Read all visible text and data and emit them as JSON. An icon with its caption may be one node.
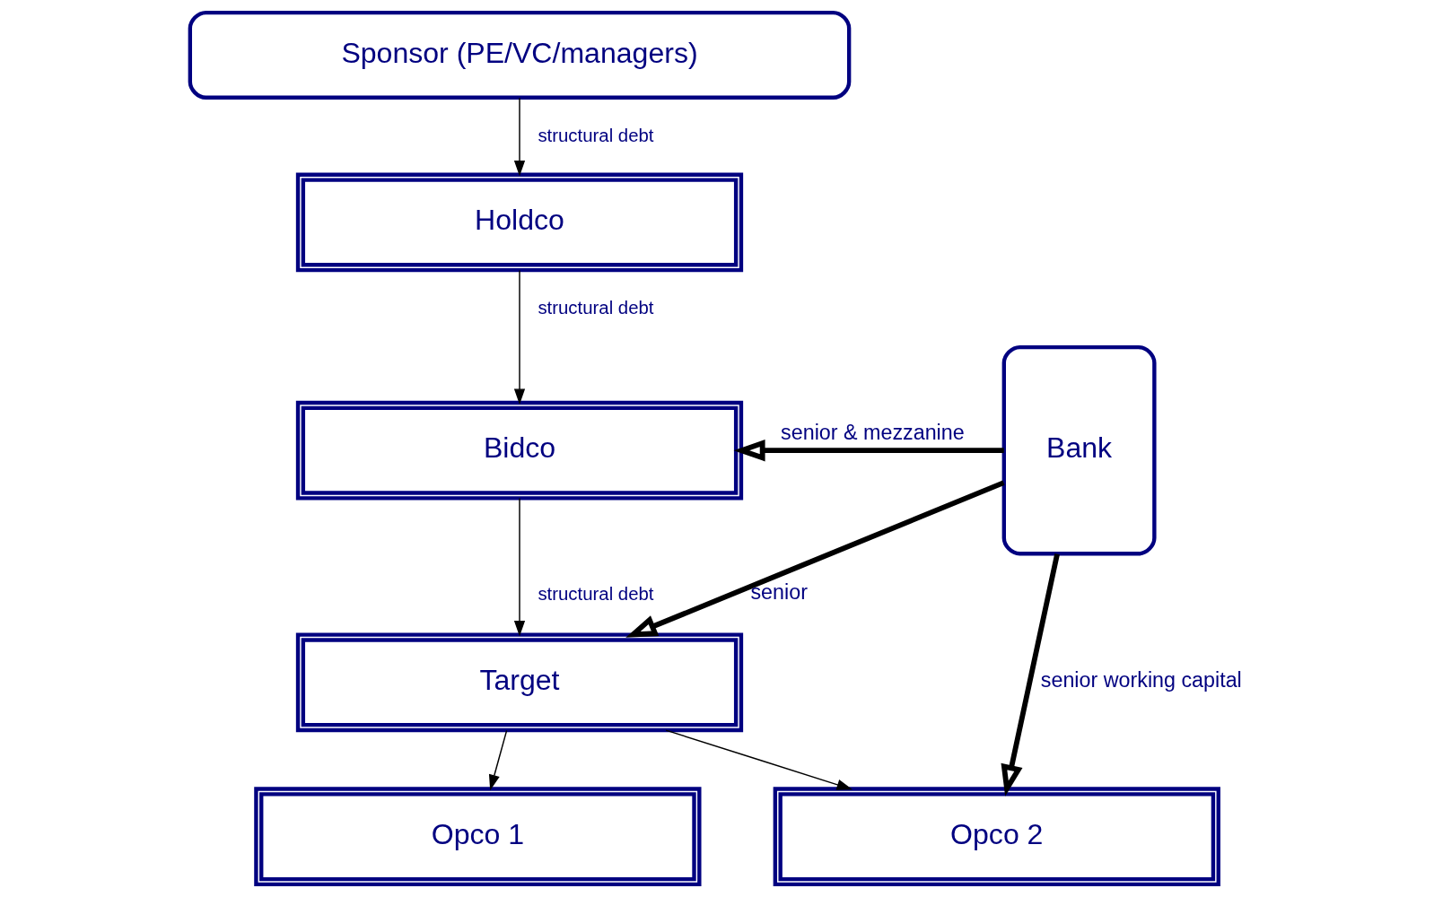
{
  "diagram": {
    "nodes": [
      {
        "text": [
          "Sponsor (PE/VC/managers)"
        ]
      },
      {
        "text": [
          "Holdco"
        ]
      },
      {
        "text": [
          "Bidco"
        ]
      },
      {
        "text": [
          "Target"
        ]
      },
      {
        "text": [
          "Opco 1"
        ]
      },
      {
        "text": [
          "Opco 2"
        ]
      },
      {
        "text": [
          "Bank"
        ]
      }
    ],
    "edges": [
      {
        "from": 0,
        "to": 1,
        "arrow": "to",
        "label": "structural debt"
      },
      {
        "from": 1,
        "to": 2,
        "arrow": "to",
        "label": "structural debt"
      },
      {
        "from": 2,
        "to": 3,
        "arrow": "to",
        "label": "structural debt"
      },
      {
        "from": 3,
        "to": 4,
        "arrow": "to"
      },
      {
        "from": 3,
        "to": 5,
        "arrow": "to"
      },
      {
        "from": 6,
        "to": 2,
        "arrow": "to",
        "label": "senior & mezzanine",
        "style": "thick"
      },
      {
        "from": 6,
        "to": 3,
        "arrow": "to",
        "label": "senior",
        "style": "thick"
      },
      {
        "from": 6,
        "to": 5,
        "arrow": "to",
        "label": "senior working capital",
        "style": "thick"
      }
    ]
  }
}
